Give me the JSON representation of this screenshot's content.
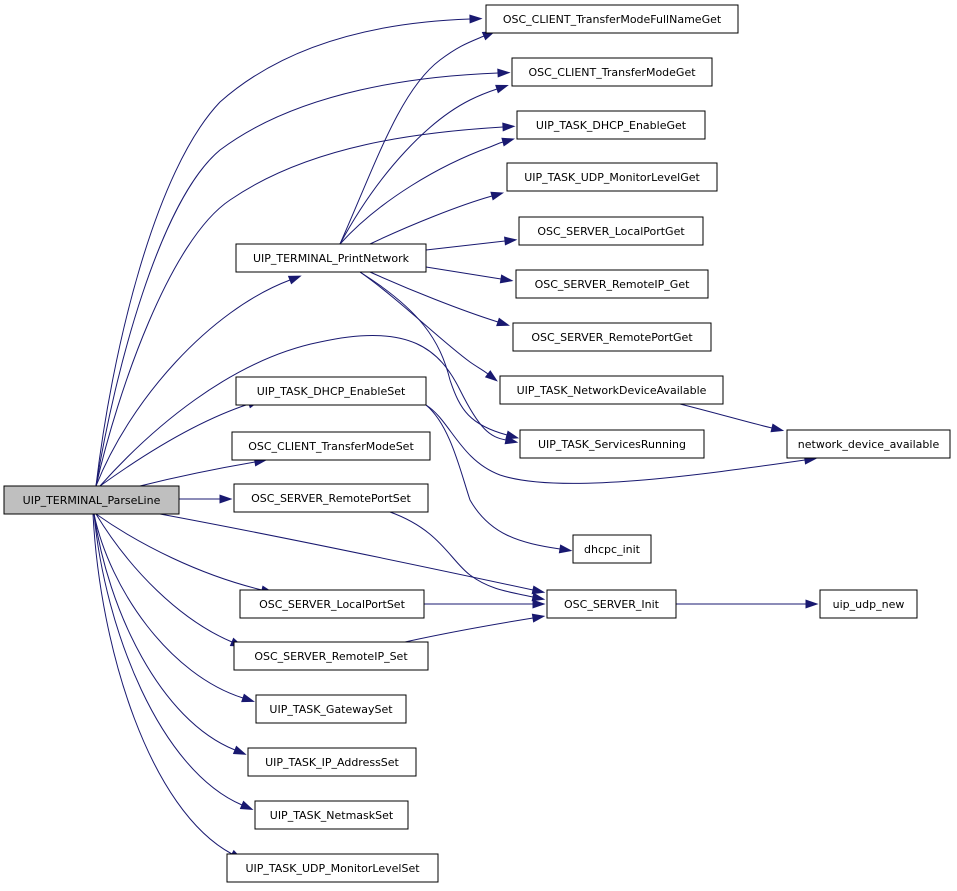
{
  "nodes": [
    {
      "id": "parseline",
      "label": "UIP_TERMINAL_ParseLine",
      "root": true
    },
    {
      "id": "transfermodefullnameget",
      "label": "OSC_CLIENT_TransferModeFullNameGet"
    },
    {
      "id": "transfermodeget",
      "label": "OSC_CLIENT_TransferModeGet"
    },
    {
      "id": "dhcpenableget",
      "label": "UIP_TASK_DHCP_EnableGet"
    },
    {
      "id": "udpmonitorlevelget",
      "label": "UIP_TASK_UDP_MonitorLevelGet"
    },
    {
      "id": "localportget",
      "label": "OSC_SERVER_LocalPortGet"
    },
    {
      "id": "printnetwork",
      "label": "UIP_TERMINAL_PrintNetwork"
    },
    {
      "id": "remoteipget",
      "label": "OSC_SERVER_RemoteIP_Get"
    },
    {
      "id": "remoteportget",
      "label": "OSC_SERVER_RemotePortGet"
    },
    {
      "id": "networkdeviceavailable",
      "label": "UIP_TASK_NetworkDeviceAvailable"
    },
    {
      "id": "dhcpenableset",
      "label": "UIP_TASK_DHCP_EnableSet"
    },
    {
      "id": "servicesrunning",
      "label": "UIP_TASK_ServicesRunning"
    },
    {
      "id": "network_device_available",
      "label": "network_device_available"
    },
    {
      "id": "transfermodeset",
      "label": "OSC_CLIENT_TransferModeSet"
    },
    {
      "id": "remoteportset",
      "label": "OSC_SERVER_RemotePortSet"
    },
    {
      "id": "dhcpc_init",
      "label": "dhcpc_init"
    },
    {
      "id": "localportset",
      "label": "OSC_SERVER_LocalPortSet"
    },
    {
      "id": "serverinit",
      "label": "OSC_SERVER_Init"
    },
    {
      "id": "uip_udp_new",
      "label": "uip_udp_new"
    },
    {
      "id": "remoteipset",
      "label": "OSC_SERVER_RemoteIP_Set"
    },
    {
      "id": "gatewayset",
      "label": "UIP_TASK_GatewaySet"
    },
    {
      "id": "ipaddressset",
      "label": "UIP_TASK_IP_AddressSet"
    },
    {
      "id": "netmaskset",
      "label": "UIP_TASK_NetmaskSet"
    },
    {
      "id": "udpmonitorlevelset",
      "label": "UIP_TASK_UDP_MonitorLevelSet"
    }
  ],
  "edges": [
    {
      "from": "parseline",
      "to": "transfermodefullnameget"
    },
    {
      "from": "parseline",
      "to": "transfermodeget"
    },
    {
      "from": "parseline",
      "to": "dhcpenableget"
    },
    {
      "from": "parseline",
      "to": "printnetwork"
    },
    {
      "from": "parseline",
      "to": "servicesrunning"
    },
    {
      "from": "parseline",
      "to": "dhcpenableset"
    },
    {
      "from": "parseline",
      "to": "transfermodeset"
    },
    {
      "from": "parseline",
      "to": "remoteportset"
    },
    {
      "from": "parseline",
      "to": "serverinit"
    },
    {
      "from": "parseline",
      "to": "localportset"
    },
    {
      "from": "parseline",
      "to": "remoteipset"
    },
    {
      "from": "parseline",
      "to": "gatewayset"
    },
    {
      "from": "parseline",
      "to": "ipaddressset"
    },
    {
      "from": "parseline",
      "to": "netmaskset"
    },
    {
      "from": "parseline",
      "to": "udpmonitorlevelset"
    },
    {
      "from": "printnetwork",
      "to": "transfermodefullnameget"
    },
    {
      "from": "printnetwork",
      "to": "transfermodeget"
    },
    {
      "from": "printnetwork",
      "to": "dhcpenableget"
    },
    {
      "from": "printnetwork",
      "to": "udpmonitorlevelget"
    },
    {
      "from": "printnetwork",
      "to": "localportget"
    },
    {
      "from": "printnetwork",
      "to": "remoteipget"
    },
    {
      "from": "printnetwork",
      "to": "remoteportget"
    },
    {
      "from": "printnetwork",
      "to": "networkdeviceavailable"
    },
    {
      "from": "printnetwork",
      "to": "servicesrunning"
    },
    {
      "from": "networkdeviceavailable",
      "to": "network_device_available"
    },
    {
      "from": "dhcpenableset",
      "to": "network_device_available"
    },
    {
      "from": "dhcpenableset",
      "to": "dhcpc_init"
    },
    {
      "from": "remoteportset",
      "to": "serverinit"
    },
    {
      "from": "localportset",
      "to": "serverinit"
    },
    {
      "from": "remoteipset",
      "to": "serverinit"
    },
    {
      "from": "serverinit",
      "to": "uip_udp_new"
    }
  ]
}
